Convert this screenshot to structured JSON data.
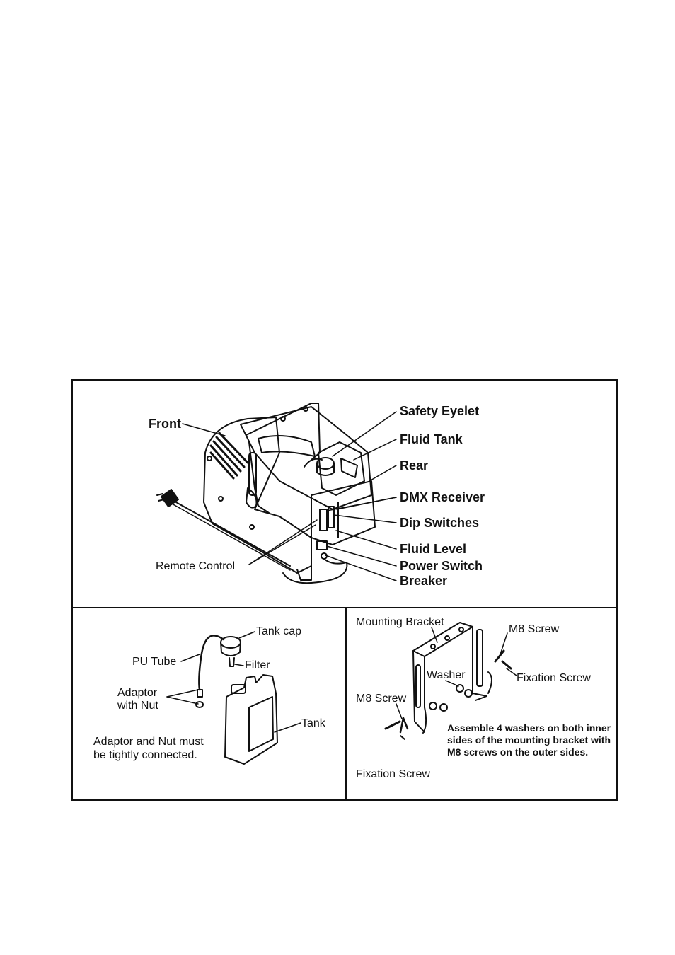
{
  "top_panel": {
    "labels": {
      "front": "Front",
      "safety_eyelet": "Safety Eyelet",
      "fluid_tank": "Fluid Tank",
      "rear": "Rear",
      "dmx_receiver": "DMX Receiver",
      "dip_switches": "Dip Switches",
      "fluid_level": "Fluid Level",
      "power_switch": "Power Switch",
      "breaker": "Breaker",
      "remote_control": "Remote Control"
    }
  },
  "tank_panel": {
    "labels": {
      "tank_cap": "Tank cap",
      "pu_tube": "PU Tube",
      "filter": "Filter",
      "adaptor_line1": "Adaptor",
      "adaptor_line2": "with Nut",
      "tank": "Tank"
    },
    "note_line1": "Adaptor and Nut must",
    "note_line2": "be tightly connected."
  },
  "bracket_panel": {
    "labels": {
      "mounting_bracket": "Mounting Bracket",
      "m8_screw_top": "M8  Screw",
      "washer": "Washer",
      "fixation_screw_right": "Fixation Screw",
      "m8_screw_left": "M8 Screw",
      "fixation_screw_bottom": "Fixation Screw"
    },
    "note_line1": "Assemble 4 washers on both inner",
    "note_line2": "sides of the mounting bracket with",
    "note_line3": "M8 screws on the outer sides."
  }
}
